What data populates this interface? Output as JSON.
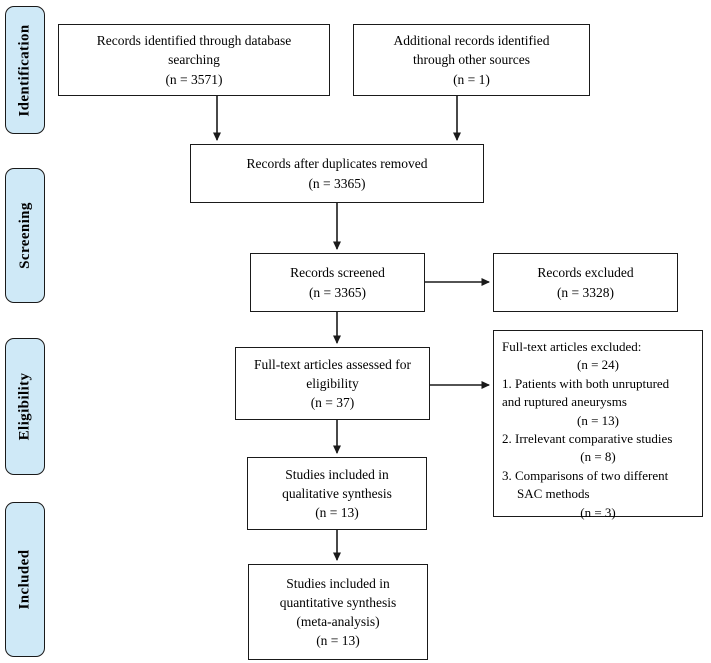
{
  "diagram_title": "PRISMA flow diagram",
  "stages": [
    {
      "label": "Identification"
    },
    {
      "label": "Screening"
    },
    {
      "label": "Eligibility"
    },
    {
      "label": "Included"
    }
  ],
  "boxes": {
    "db_search": {
      "text": "Records identified through database\nsearching\n(n = 3571)"
    },
    "other_sources": {
      "text": "Additional records identified\nthrough other sources\n(n = 1)"
    },
    "duplicates_removed": {
      "text": "Records after duplicates removed\n(n = 3365)"
    },
    "records_screened": {
      "text": "Records screened\n(n = 3365)"
    },
    "records_excluded": {
      "text": "Records excluded\n(n = 3328)"
    },
    "fulltext_assessed": {
      "text": "Full-text articles assessed for\neligibility\n(n = 37)"
    },
    "fulltext_excluded": {
      "lines": [
        "Full-text articles excluded:",
        "(n = 24)",
        "1. Patients with both unruptured",
        "and ruptured aneurysms",
        "(n = 13)",
        "2. Irrelevant comparative studies",
        "(n = 8)",
        "3. Comparisons of two different",
        "SAC methods",
        "(n = 3)"
      ]
    },
    "qualitative_synthesis": {
      "text": "Studies included in\nqualitative synthesis\n(n = 13)"
    },
    "quantitative_synthesis": {
      "text": "Studies included in\nquantitative synthesis\n(meta-analysis)\n(n = 13)"
    }
  },
  "colors": {
    "stage_fill": "#cfe9f7",
    "line": "#1a1a1a",
    "background": "#ffffff"
  }
}
